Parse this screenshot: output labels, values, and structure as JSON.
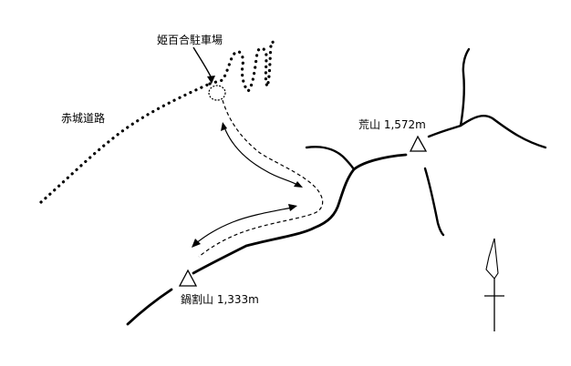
{
  "labels": {
    "parking": "姫百合駐車場",
    "road": "赤城道路",
    "arayama": "荒山 1,572m",
    "nabewari": "鍋割山 1,333m"
  },
  "colors": {
    "ink": "#000000",
    "paper": "#ffffff"
  }
}
